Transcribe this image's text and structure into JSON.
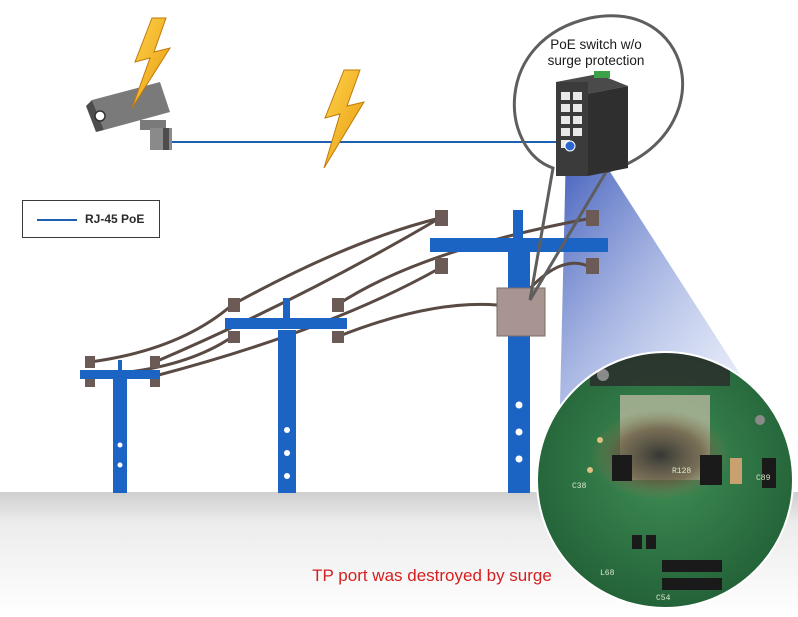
{
  "callout": {
    "title_line1": "PoE switch w/o",
    "title_line2": "surge protection"
  },
  "legend": {
    "label": "RJ-45 PoE",
    "line_color": "#1f5fb0"
  },
  "pcb": {
    "labels": [
      "R128",
      "C38",
      "C89",
      "C54",
      "L68"
    ]
  },
  "caption": "TP port was destroyed by surge",
  "colors": {
    "pole": "#1c64c4",
    "cable": "#5a4a44",
    "insulator": "#6b5a55",
    "lightning": "#f2b01e",
    "caption": "#d42020",
    "pcb": "#2f7a45"
  },
  "icons": [
    "lightning-bolt-icon",
    "ip-camera-icon",
    "poe-switch-icon",
    "utility-pole-icon",
    "junction-box-icon"
  ]
}
